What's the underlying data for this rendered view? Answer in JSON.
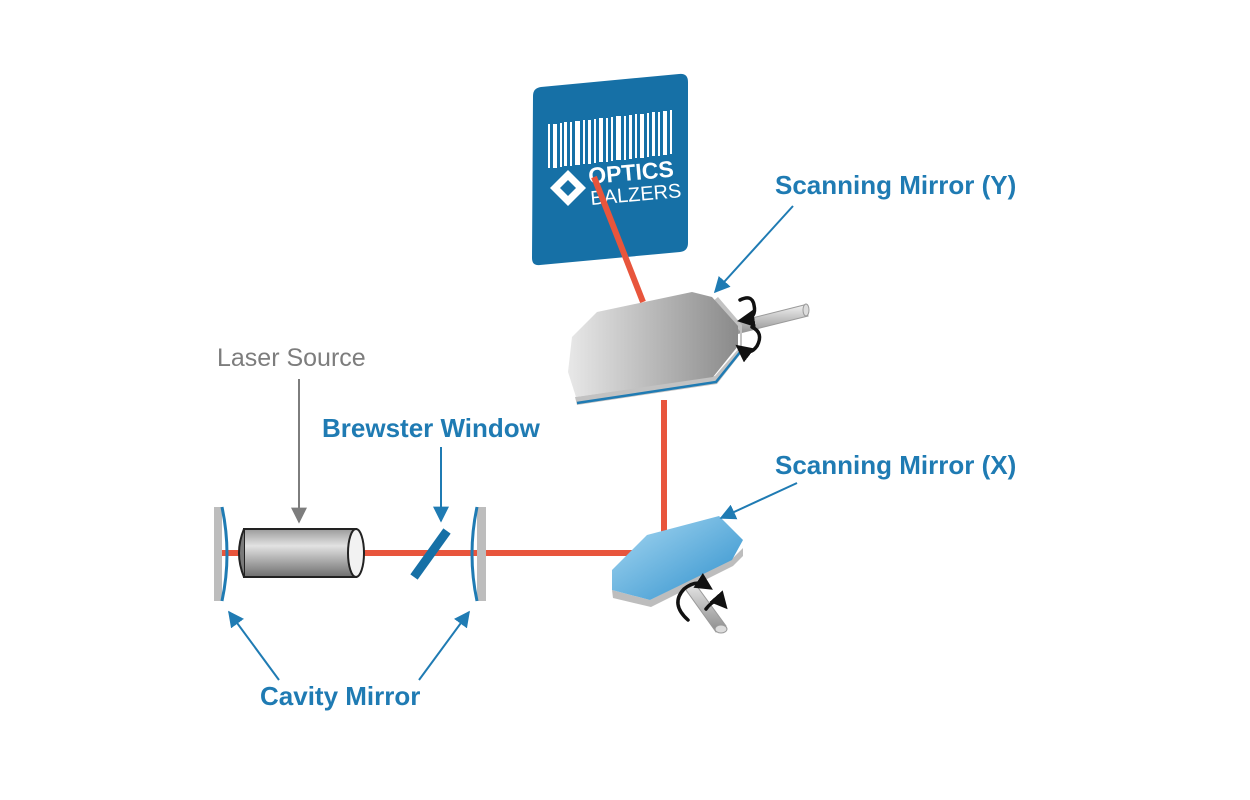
{
  "labels": {
    "laser_source": "Laser Source",
    "brewster_window": "Brewster Window",
    "scanning_mirror_y": "Scanning Mirror (Y)",
    "scanning_mirror_x": "Scanning Mirror (X)",
    "cavity_mirror": "Cavity Mirror"
  },
  "logo": {
    "line1": "OPTICS",
    "line2": "BALZERS"
  },
  "colors": {
    "beam": "#e8553c",
    "label_blue": "#1f7bb3",
    "label_gray": "#7d7d7d",
    "target_blue": "#1670a6",
    "mirror_blue": "#3aa0d8"
  }
}
